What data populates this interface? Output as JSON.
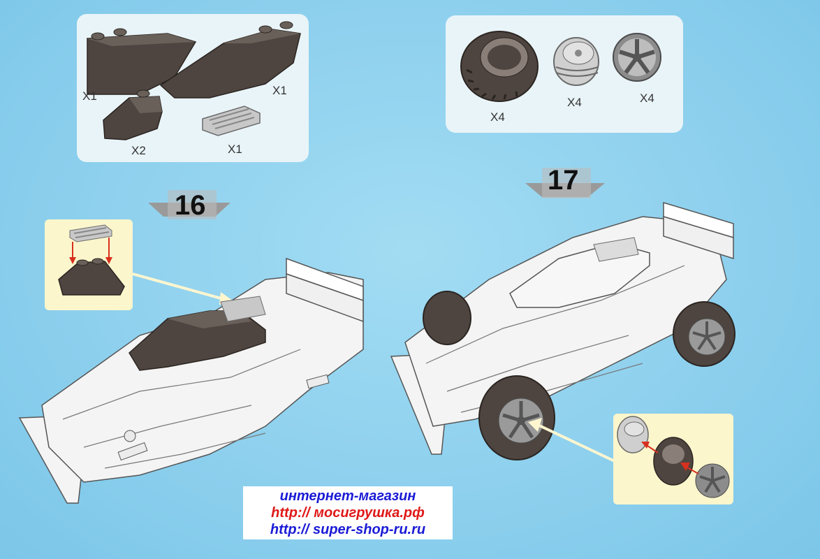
{
  "step16": {
    "number": "16",
    "parts": [
      {
        "name": "dark-brown-curved-slope-left",
        "qty": "X1"
      },
      {
        "name": "dark-brown-curved-slope-right",
        "qty": "X1"
      },
      {
        "name": "dark-brown-slope-brick",
        "qty": "X2"
      },
      {
        "name": "light-gray-grille-tile",
        "qty": "X1"
      }
    ]
  },
  "step17": {
    "number": "17",
    "parts": [
      {
        "name": "dark-brown-tire",
        "qty": "X4"
      },
      {
        "name": "light-gray-rim",
        "qty": "X4"
      },
      {
        "name": "gray-hubcap",
        "qty": "X4"
      }
    ]
  },
  "shop": {
    "line1": "интернет-магазин",
    "line2": "http:// мосигрушка.рф",
    "line3": "http:// super-shop-ru.ru"
  },
  "colors": {
    "background": "#8fd3ef",
    "panel": "#e9f4f8",
    "callout": "#fbf6cc",
    "brick_brown": "#4e4540",
    "car_body": "#f4f4f4",
    "arrow_red": "#d8301e"
  }
}
